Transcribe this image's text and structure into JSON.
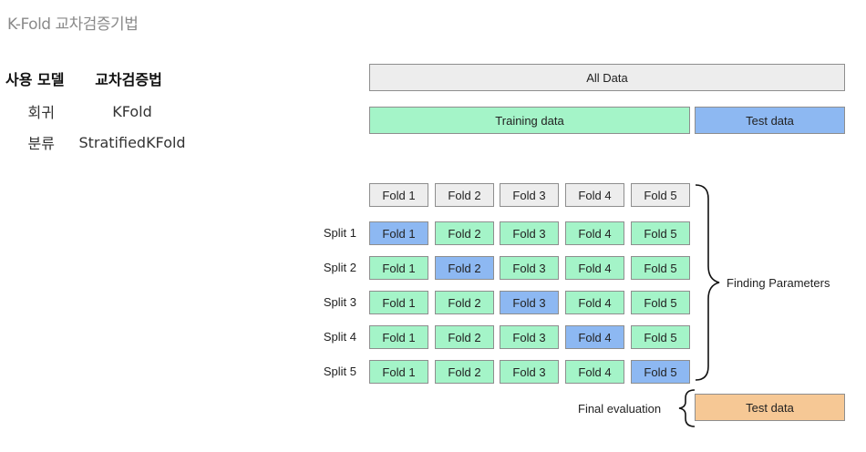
{
  "page_title": "K-Fold 교차검증기법",
  "model_table": {
    "headers": [
      "사용 모델",
      "교차검증법"
    ],
    "rows": [
      [
        "회귀",
        "KFold"
      ],
      [
        "분류",
        "StratifiedKFold"
      ]
    ]
  },
  "diagram": {
    "all_data": "All Data",
    "training_data": "Training data",
    "test_data": "Test data",
    "fold_header": [
      "Fold 1",
      "Fold 2",
      "Fold 3",
      "Fold 4",
      "Fold 5"
    ],
    "splits": [
      {
        "label": "Split 1",
        "folds": [
          "Fold 1",
          "Fold 2",
          "Fold 3",
          "Fold 4",
          "Fold 5"
        ],
        "test_fold": 1
      },
      {
        "label": "Split 2",
        "folds": [
          "Fold 1",
          "Fold 2",
          "Fold 3",
          "Fold 4",
          "Fold 5"
        ],
        "test_fold": 2
      },
      {
        "label": "Split 3",
        "folds": [
          "Fold 1",
          "Fold 2",
          "Fold 3",
          "Fold 4",
          "Fold 5"
        ],
        "test_fold": 3
      },
      {
        "label": "Split 4",
        "folds": [
          "Fold 1",
          "Fold 2",
          "Fold 3",
          "Fold 4",
          "Fold 5"
        ],
        "test_fold": 4
      },
      {
        "label": "Split 5",
        "folds": [
          "Fold 1",
          "Fold 2",
          "Fold 3",
          "Fold 4",
          "Fold 5"
        ],
        "test_fold": 5
      }
    ],
    "finding_parameters": "Finding Parameters",
    "final_evaluation": "Final evaluation",
    "final_test_data": "Test data",
    "colors": {
      "neutral": "#ededed",
      "training": "#a4f4c8",
      "testing": "#8db8f2",
      "final_test": "#f6c895"
    }
  }
}
